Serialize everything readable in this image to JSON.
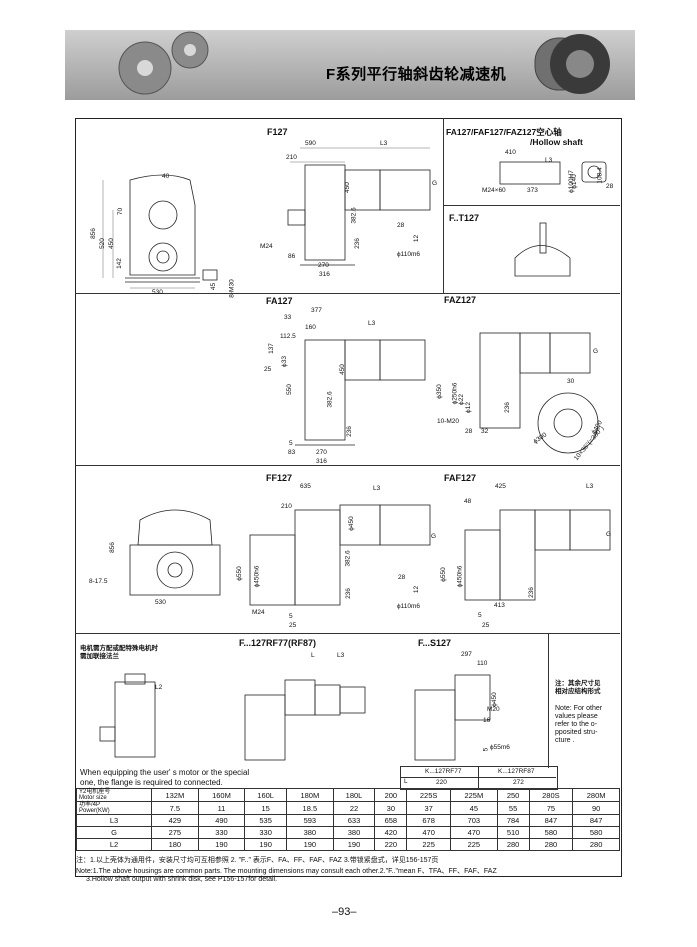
{
  "header": {
    "title": "F系列平行轴斜齿轮减速机"
  },
  "sections": {
    "f127": "F127",
    "fa_hollow": "FA127/FAF127/FAZ127空心轴",
    "hollow_shaft": "/Hollow shaft",
    "ft127": "F..T127",
    "fa127": "FA127",
    "faz127": "FAZ127",
    "ff127": "FF127",
    "faf127": "FAF127",
    "frf": "F...127RF77(RF87)",
    "fs127": "F...S127"
  },
  "dims": {
    "f127_top": [
      "590",
      "L3",
      "210",
      "G",
      "450",
      "382.6",
      "236",
      "28",
      "12",
      "ϕ110m6",
      "M24",
      "86",
      "270",
      "316"
    ],
    "f127_side": [
      "40",
      "856",
      "520",
      "450",
      "142",
      "70",
      "530",
      "45",
      "8-M30"
    ],
    "hollow": [
      "410",
      "L3",
      "ϕ100H7",
      "ϕ140",
      "M24×60",
      "373",
      "108.4",
      "28"
    ],
    "fa127": [
      "377",
      "33",
      "160",
      "L3",
      "112.5",
      "137",
      "ϕ33",
      "25",
      "550",
      "450",
      "382.6",
      "236",
      "5",
      "83",
      "270",
      "316"
    ],
    "faz127": [
      "G",
      "30",
      "ϕ350",
      "ϕ250h6",
      "ϕ22",
      "ϕ12",
      "10-M20",
      "28",
      "32",
      "236",
      "ϕ300",
      "ϕ400",
      "10×36°(=360°)"
    ],
    "ff127": [
      "635",
      "L3",
      "210",
      "856",
      "8-17.5",
      "530",
      "ϕ550",
      "ϕ450h6",
      "382.6",
      "236",
      "28",
      "12",
      "ϕ110m6",
      "M24",
      "5",
      "25",
      "G",
      "ϕ450"
    ],
    "faf127": [
      "425",
      "48",
      "L3",
      "G",
      "ϕ550",
      "ϕ450h6",
      "236",
      "413",
      "5",
      "25"
    ],
    "frf": [
      "L",
      "L3",
      "L2"
    ],
    "fs127": [
      "297",
      "110",
      "ϕ450",
      "M20",
      "16",
      "ϕ55m6",
      "5"
    ]
  },
  "notes_left": {
    "cn": "电机需方配或配特殊电机时\n需加联接法兰",
    "en": "When equipping the user' s motor or the special\none, the flange is required to connected."
  },
  "notes_right": {
    "cn": "注：其余尺寸见\n相对应结构形式",
    "en": "Note: For other\nvalues please\nrefer to the o-\npposited stru-\ncture ."
  },
  "table_l_row": {
    "k77": "K...127RF77",
    "k87": "K...127RF87",
    "L": "L",
    "v220": "220",
    "v272": "272"
  },
  "table": {
    "header_label": "Y2电机座号\nMotor size",
    "power_label": "功率/4P\nPower(KW)",
    "motor_sizes": [
      "132M",
      "160M",
      "160L",
      "180M",
      "180L",
      "200",
      "225S",
      "225M",
      "250",
      "280S",
      "280M"
    ],
    "power": [
      "7.5",
      "11",
      "15",
      "18.5",
      "22",
      "30",
      "37",
      "45",
      "55",
      "75",
      "90"
    ],
    "rows": [
      {
        "label": "L3",
        "values": [
          "429",
          "490",
          "535",
          "593",
          "633",
          "658",
          "678",
          "703",
          "784",
          "847",
          "847"
        ]
      },
      {
        "label": "G",
        "values": [
          "275",
          "330",
          "330",
          "380",
          "380",
          "420",
          "470",
          "470",
          "510",
          "580",
          "580"
        ]
      },
      {
        "label": "L2",
        "values": [
          "180",
          "190",
          "190",
          "190",
          "190",
          "220",
          "225",
          "225",
          "280",
          "280",
          "280"
        ]
      }
    ]
  },
  "footnotes": {
    "cn": "注：1.以上壳体为通用件，安装尺寸均可互相参照 2. \"F..\" 表示F、FA、FF、FAF、FAZ 3.带锁紧盘式，详见156-157页",
    "en1": "Note:1.The above housings are common parts. The mounting dimensions may consult each other.2.\"F..\"mean F、TFA、FF、FAF、FAZ",
    "en2": "3.Hollow shaft output with shrink disk, see P156-157for detail."
  },
  "page": {
    "number": "–93–"
  },
  "colors": {
    "banner": "#b0b0b0",
    "ink": "#111111",
    "background": "#ffffff"
  }
}
